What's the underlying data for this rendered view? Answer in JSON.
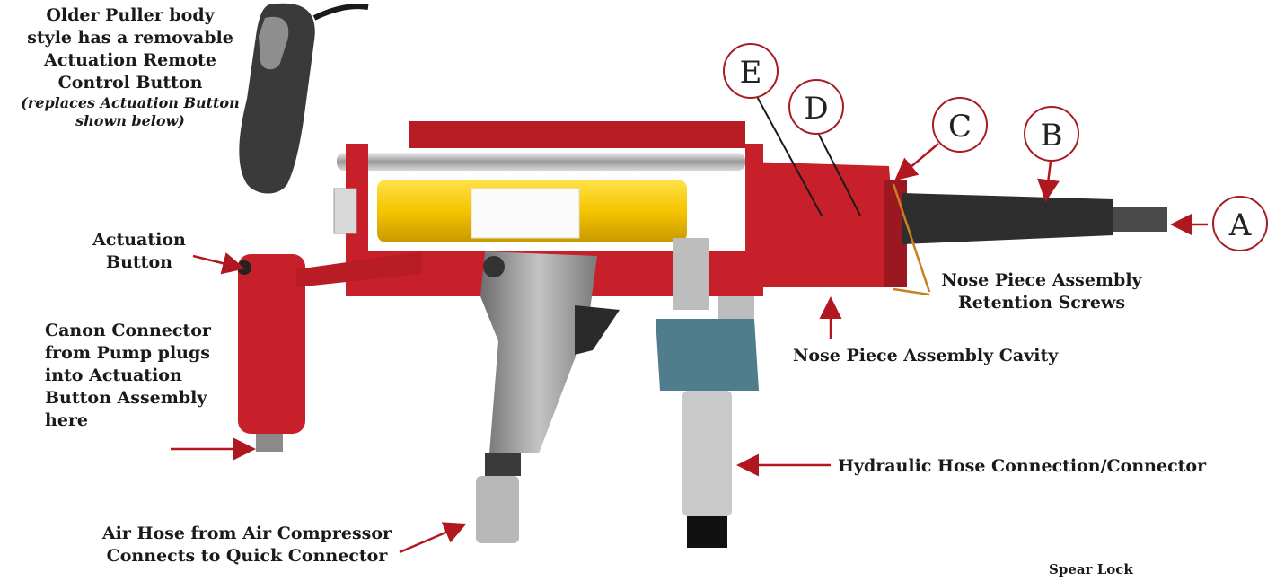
{
  "callouts": {
    "older_body": {
      "line1": "Older Puller body",
      "line2": "style has a removable",
      "line3": "Actuation Remote",
      "line4": "Control Button",
      "note1": "(replaces Actuation Button",
      "note2": "shown below)"
    },
    "actuation_button": {
      "line1": "Actuation",
      "line2": "Button"
    },
    "canon_connector": {
      "line1": "Canon Connector",
      "line2": "from Pump plugs",
      "line3": "into Actuation",
      "line4": "Button Assembly",
      "line5": "here"
    },
    "air_hose": {
      "line1": "Air Hose from Air Compressor",
      "line2": "Connects to Quick Connector"
    },
    "hydraulic": "Hydraulic Hose Connection/Connector",
    "cavity": "Nose Piece Assembly Cavity",
    "retention": {
      "line1": "Nose Piece Assembly",
      "line2": "Retention Screws"
    },
    "spear_lock": "Spear Lock"
  },
  "letters": {
    "a": "A",
    "b": "B",
    "c": "C",
    "d": "D",
    "e": "E"
  },
  "colors": {
    "arrow": "#b0171f",
    "tool_red": "#c8202a",
    "cylinder_yellow": "#f5c400",
    "circle": "#a51d22",
    "bracket": "#c9801e"
  }
}
